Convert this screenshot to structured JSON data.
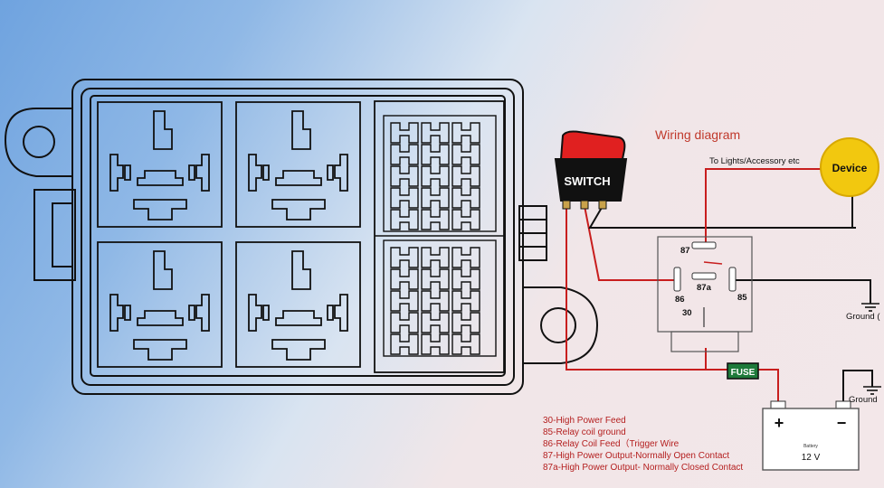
{
  "diagram": {
    "title": "Wiring diagram",
    "switch_label": "SWITCH",
    "to_lights_label": "To Lights/Accessory etc",
    "device_label": "Device",
    "fuse_label": "FUSE",
    "ground_label_right": "Ground (",
    "ground_label_battery": "Ground",
    "battery_plus": "+",
    "battery_minus": "−",
    "battery_small_label": "Battery",
    "battery_voltage": "12 V",
    "relay_pins": {
      "p87": "87",
      "p87a": "87a",
      "p86": "86",
      "p85": "85",
      "p30": "30"
    },
    "legend": [
      "30-High Power Feed",
      "85-Relay coil ground",
      "86-Relay Coil Feed（Trigger Wire",
      "87-High Power Output-Normally Open Contact",
      "87a-High Power Output- Normally Closed Contact"
    ],
    "colors": {
      "wire_red": "#c81e1e",
      "wire_black": "#111111",
      "device_yellow": "#f2c80f",
      "fuse_green": "#1e7a3a",
      "switch_red": "#e02020"
    }
  }
}
